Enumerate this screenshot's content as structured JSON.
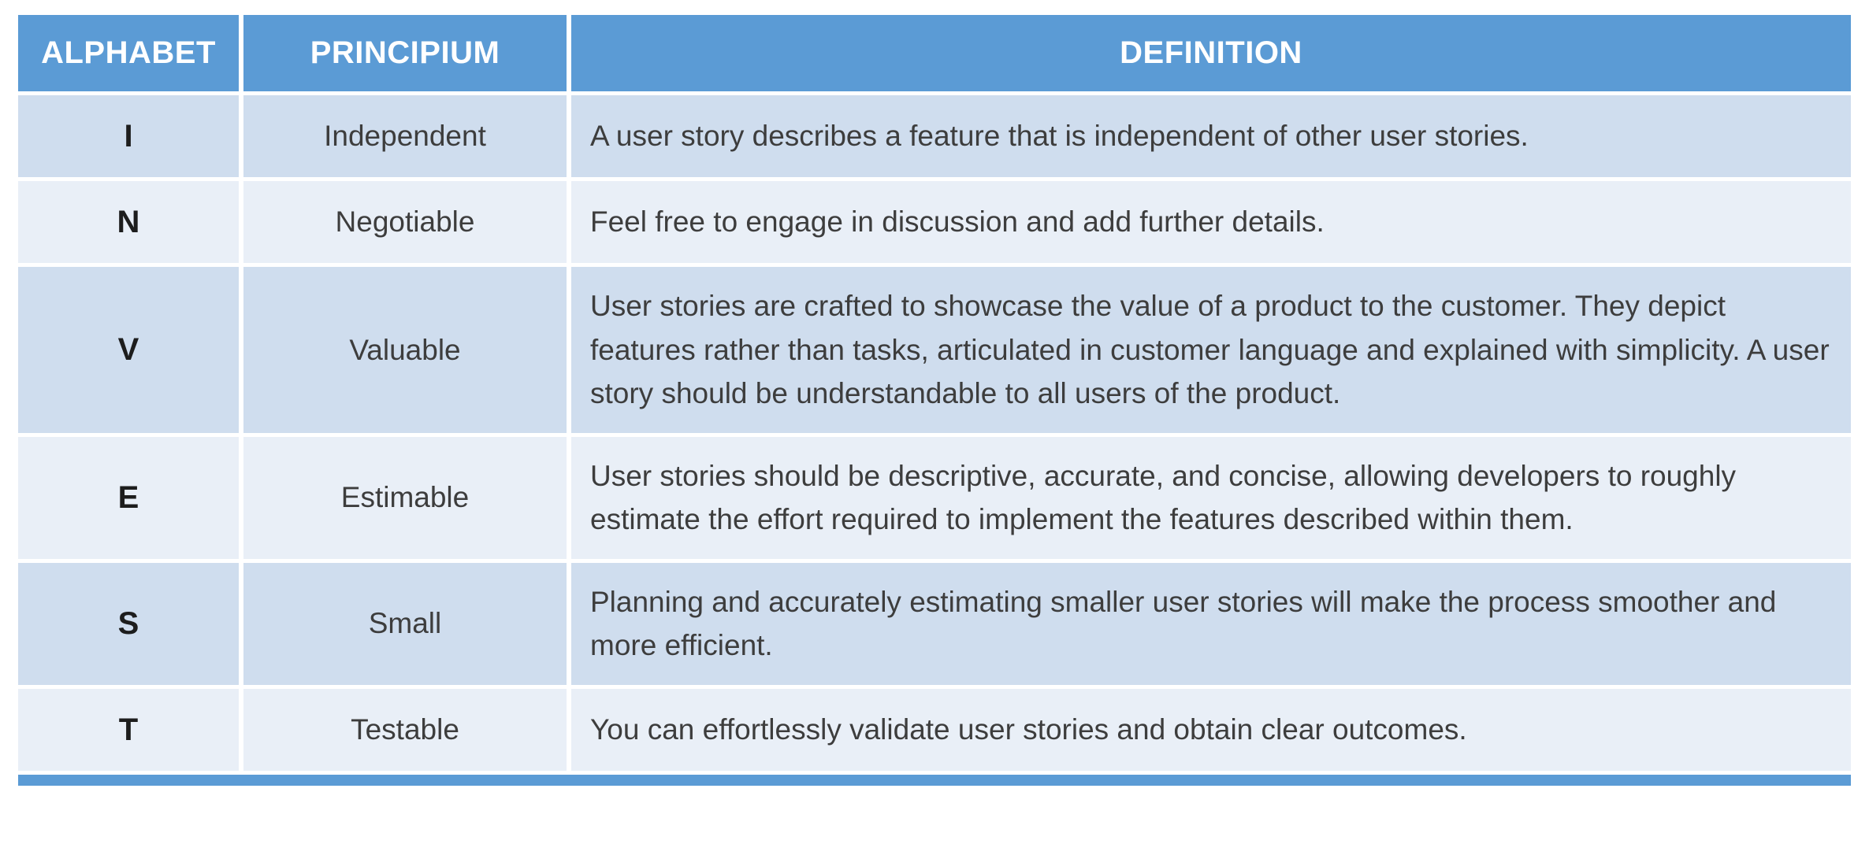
{
  "table": {
    "headers": {
      "alphabet": "ALPHABET",
      "principium": "PRINCIPIUM",
      "definition": "DEFINITION"
    },
    "rows": [
      {
        "alphabet": "I",
        "principium": "Independent",
        "definition": "A user story describes a feature that is independent of other user stories."
      },
      {
        "alphabet": "N",
        "principium": "Negotiable",
        "definition": "Feel free to engage in discussion and add further details."
      },
      {
        "alphabet": "V",
        "principium": "Valuable",
        "definition": "User stories are crafted to showcase the value of a product to the customer. They depict features rather than tasks, articulated in customer language and explained with simplicity. A user story should be understandable to all users of the product."
      },
      {
        "alphabet": "E",
        "principium": "Estimable",
        "definition": "User stories should be descriptive, accurate, and concise, allowing developers to roughly estimate the effort required to implement the features described within them."
      },
      {
        "alphabet": "S",
        "principium": "Small",
        "definition": "Planning and accurately estimating smaller user stories will make the process smoother and more efficient."
      },
      {
        "alphabet": "T",
        "principium": "Testable",
        "definition": "You can effortlessly validate user stories and obtain clear outcomes."
      }
    ],
    "colors": {
      "header_bg": "#5B9BD5",
      "row_odd_bg": "#CFDDEE",
      "row_even_bg": "#E9EFF7",
      "accent_bar": "#5B9BD5",
      "header_text": "#FFFFFF",
      "body_text": "#3D3D3D"
    }
  }
}
